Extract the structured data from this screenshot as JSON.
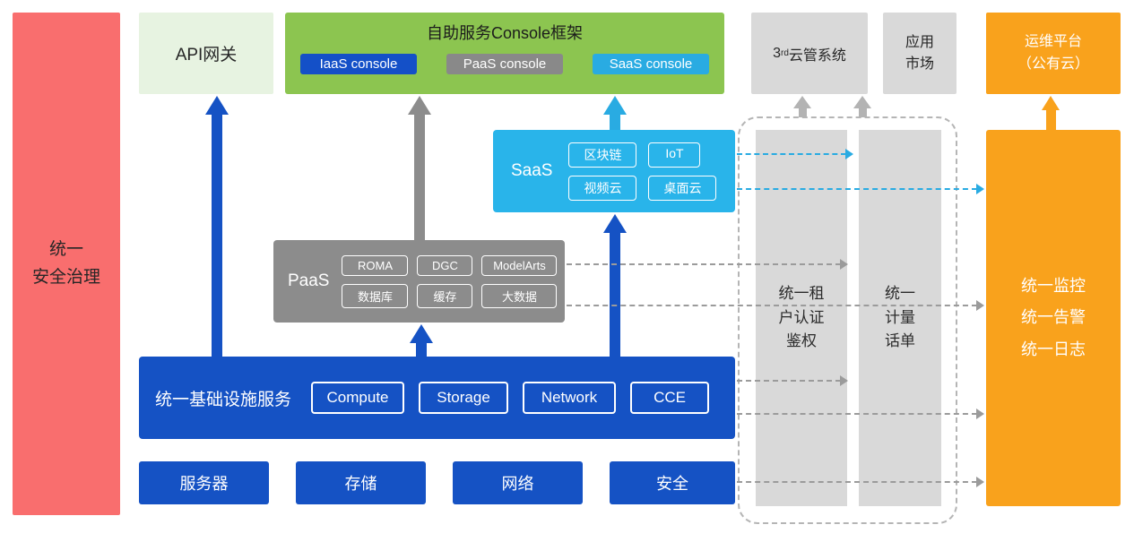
{
  "colors": {
    "red": "#f96e6e",
    "light_green": "#e7f3e1",
    "green": "#8cc550",
    "blue": "#1552c4",
    "gray": "#8c8c8c",
    "light_gray": "#d9d9d9",
    "cyan": "#29abe2",
    "orange": "#f9a21c"
  },
  "left_bar": {
    "label": "统一\n安全治理"
  },
  "api_gateway": {
    "label": "API网关"
  },
  "console_frame": {
    "title": "自助服务Console框架",
    "buttons": [
      {
        "label": "IaaS console",
        "color": "#1450c8"
      },
      {
        "label": "PaaS console",
        "color": "#898989"
      },
      {
        "label": "SaaS console",
        "color": "#29abe2"
      }
    ]
  },
  "third_cloud": {
    "prefix": "3",
    "sup": "rd",
    "suffix": "云管系统"
  },
  "app_market": {
    "label": "应用\n市场"
  },
  "ops_platform": {
    "label": "运维平台\n（公有云）"
  },
  "saas": {
    "label": "SaaS",
    "chips": [
      "区块链",
      "IoT",
      "视频云",
      "桌面云"
    ]
  },
  "paas": {
    "label": "PaaS",
    "chips": [
      "ROMA",
      "DGC",
      "ModelArts",
      "数据库",
      "缓存",
      "大数据"
    ]
  },
  "infra": {
    "label": "统一基础设施服务",
    "chips": [
      "Compute",
      "Storage",
      "Network",
      "CCE"
    ]
  },
  "bottom_boxes": [
    "服务器",
    "存储",
    "网络",
    "安全"
  ],
  "auth_bar": {
    "label": "统一租\n户认证\n鉴权"
  },
  "metering_bar": {
    "label": "统一\n计量\n话单"
  },
  "monitor_box": {
    "label": "统一监控\n统一告警\n统一日志"
  }
}
